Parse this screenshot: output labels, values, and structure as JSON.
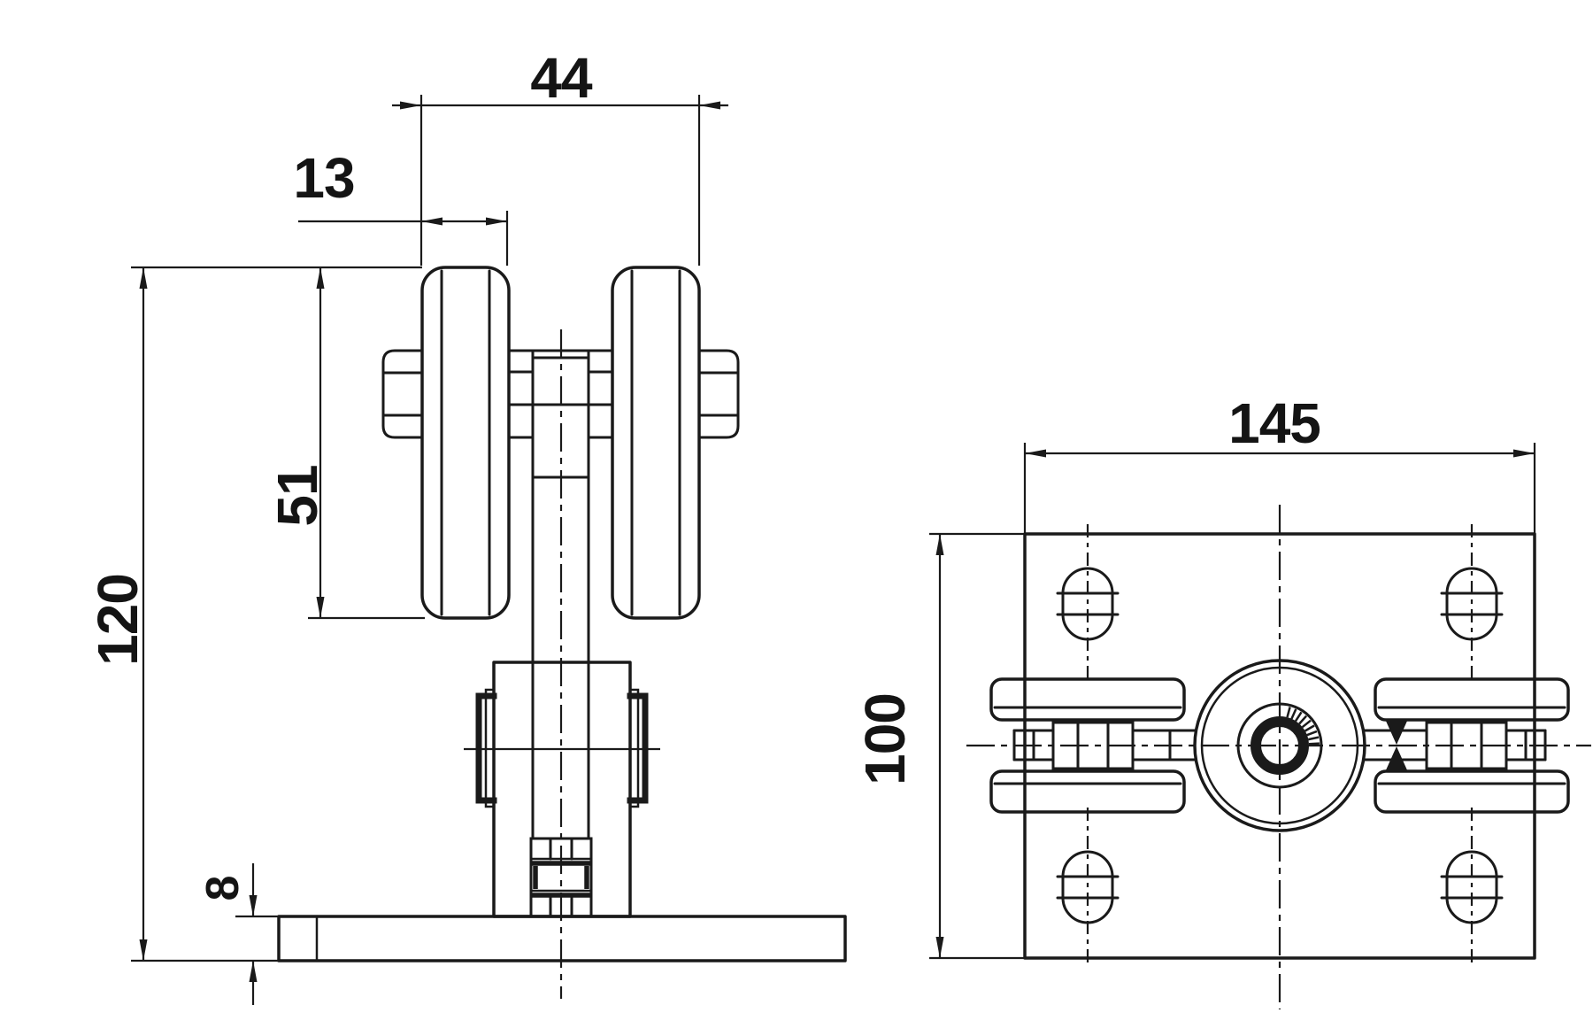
{
  "drawing": {
    "background_color": "#ffffff",
    "line_color": "#1a1a1a",
    "views": {
      "front_view": {
        "dimensions": {
          "overall_height": "120",
          "roller_diameter": "51",
          "roller_pair_overall_width": "44",
          "single_roller_width": "13",
          "base_plate_thickness": "8"
        }
      },
      "top_view": {
        "dimensions": {
          "base_plate_length": "145",
          "base_plate_width": "100"
        }
      }
    }
  }
}
